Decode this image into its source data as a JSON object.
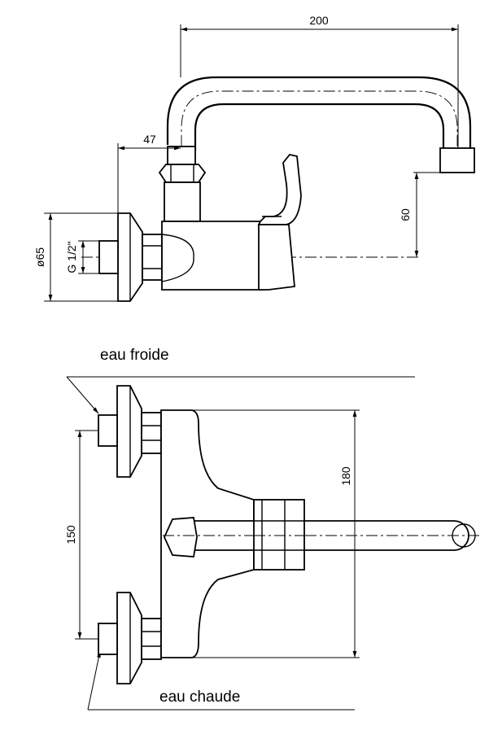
{
  "dimensions": {
    "spout_reach": "200",
    "wall_offset": "47",
    "spout_height": "60",
    "flange_diameter": "ø65",
    "thread": "G 1/2\"",
    "inlet_spacing": "150",
    "body_height": "180"
  },
  "labels": {
    "cold_water": "eau froide",
    "hot_water": "eau chaude"
  }
}
